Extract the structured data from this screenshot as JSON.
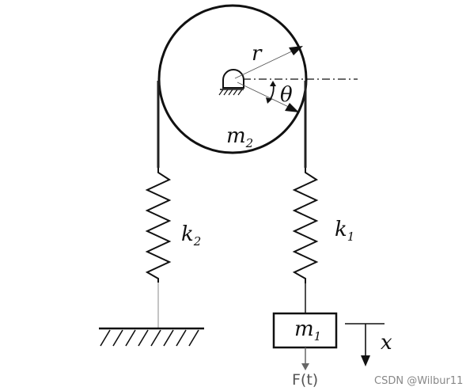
{
  "labels": {
    "radius": "r",
    "angle": "θ",
    "pulley_mass": {
      "base": "m",
      "sub": "2"
    },
    "spring_left": {
      "base": "k",
      "sub": "2"
    },
    "spring_right": {
      "base": "k",
      "sub": "1"
    },
    "block_mass": {
      "base": "m",
      "sub": "1"
    },
    "displacement": "x",
    "force": "F(t)"
  },
  "watermark": "CSDN @Wilbur11",
  "colors": {
    "ink": "#111111",
    "rope": "#222222",
    "muted": "#888888",
    "background": "#ffffff"
  }
}
